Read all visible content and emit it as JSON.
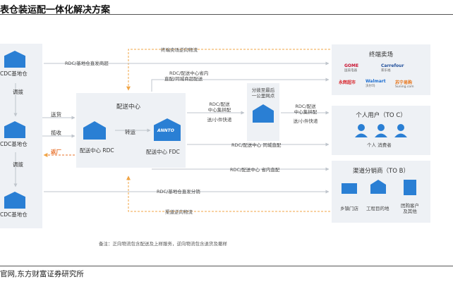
{
  "header": {
    "title": "表仓装运配一体化解决方案"
  },
  "footer": {
    "source": "官网,东方财富证券研究所"
  },
  "warehouses": {
    "cdc_top": "CDC基地仓",
    "cdc_mid": "CDC基地仓",
    "cdc_bottom": "CDC基地仓",
    "transfer_1": "调拨",
    "transfer_2": "调拨"
  },
  "left_flows": {
    "send": "送货",
    "collect": "揽收",
    "return": "返厂"
  },
  "center": {
    "title": "配送中心",
    "rdc": "配送中心 RDC",
    "transfer": "转运",
    "fdc": "配送中心 FDC",
    "annto_logo": "ANNTO"
  },
  "flows": {
    "reverse_terminal": "终端卖场逆向物流",
    "rdc_direct_mall": "RDC/基地仓直发商超",
    "rdc_province": "RDC/配送中心省内",
    "rdc_province_2": "直配/同城商超配送",
    "rdc_merge": "RDC/配送",
    "rdc_merge_2": "中心集拼配",
    "rdc_merge_3": "送/小件快递",
    "rdc_right": "RDC/配送",
    "rdc_right_2": "中心集拼配",
    "rdc_right_3": "送/小件快递",
    "rdc_city": "RDC/配送中心 同城直配",
    "rdc_prov_direct": "RDC/配送中心 省内直配",
    "rdc_direct_dist": "RDC/基地仓直发分销",
    "channel_reverse": "渠道逆向物流"
  },
  "dispatch": {
    "label_1": "分拨至最后",
    "label_2": "一公里网点"
  },
  "terminal": {
    "title": "终端卖场",
    "logos": [
      {
        "name": "GOME",
        "sub": "国美电器",
        "color": "#c8102e"
      },
      {
        "name": "Carrefour",
        "sub": "家乐福",
        "color": "#1f4e9a"
      },
      {
        "name": "永辉超市",
        "sub": "",
        "color": "#d8262d"
      },
      {
        "name": "Walmart",
        "sub": "沃尔玛",
        "color": "#1f6fd1"
      },
      {
        "name": "苏宁易购",
        "sub": "Suning.com",
        "color": "#e8751a"
      }
    ]
  },
  "personal": {
    "title": "个人用户（TO C）",
    "sub": "个人 消费者"
  },
  "channel": {
    "title": "渠道分销商（TO B）",
    "item_1": "乡镇门店",
    "item_2": "工程目的地",
    "item_3": "团购客户",
    "item_3b": "及其他"
  },
  "note": "备注：正向物流包含配送及上样服务，逆向物流包含退货及撤样",
  "colors": {
    "accent": "#2a7fd4",
    "flow": "#f0a445",
    "panel": "#eef1f5",
    "return": "#e8702a"
  }
}
